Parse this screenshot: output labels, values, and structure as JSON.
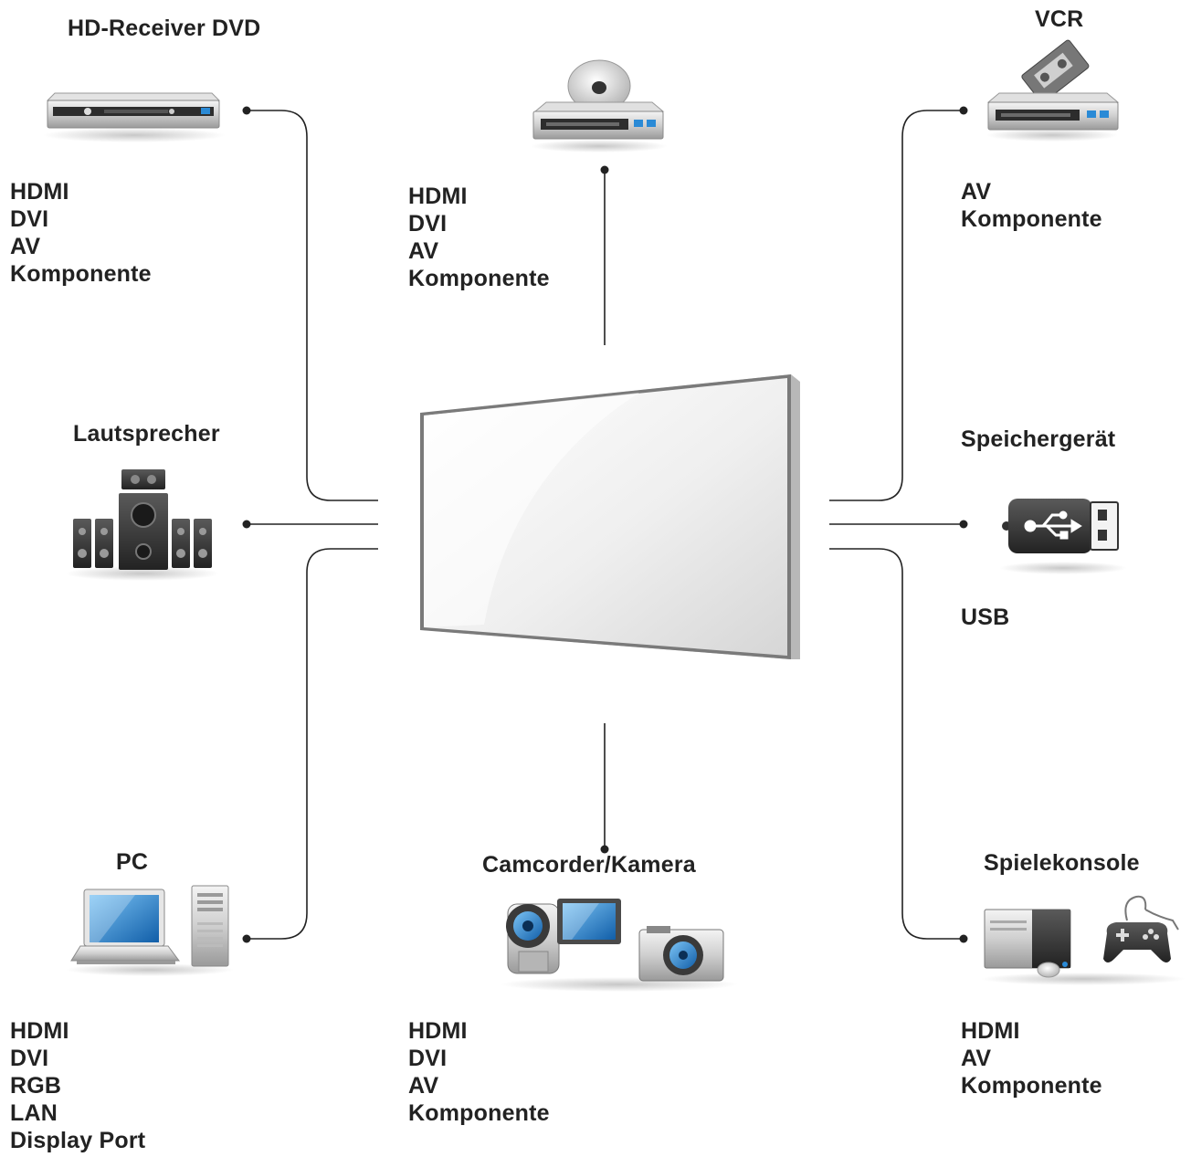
{
  "devices": {
    "hd_receiver": {
      "title": "HD-Receiver DVD",
      "ports": [
        "HDMI",
        "DVI",
        "AV",
        "Komponente"
      ]
    },
    "dvd_player": {
      "ports": [
        "HDMI",
        "DVI",
        "AV",
        "Komponente"
      ]
    },
    "vcr": {
      "title": "VCR",
      "ports": [
        "AV",
        "Komponente"
      ]
    },
    "speaker": {
      "title": "Lautsprecher"
    },
    "storage": {
      "title": "Speichergerät",
      "ports": [
        "USB"
      ]
    },
    "pc": {
      "title": "PC",
      "ports": [
        "HDMI",
        "DVI",
        "RGB",
        "LAN",
        "Display Port"
      ]
    },
    "camcorder": {
      "title": "Camcorder/Kamera",
      "ports": [
        "HDMI",
        "DVI",
        "AV",
        "Komponente"
      ]
    },
    "game_console": {
      "title": "Spielekonsole",
      "ports": [
        "HDMI",
        "AV",
        "Komponente"
      ]
    }
  },
  "icons": {
    "hd_receiver": "set-top-box-icon",
    "dvd_player": "dvd-player-icon",
    "vcr": "vcr-icon",
    "speaker": "speaker-system-icon",
    "storage": "usb-stick-icon",
    "pc": "laptop-and-tower-icon",
    "camcorder": "camcorder-and-camera-icon",
    "game_console": "game-console-and-controller-icon",
    "display": "monitor-display-icon"
  },
  "colors": {
    "line": "#222222",
    "text": "#222222",
    "device_dark": "#3a3a3a",
    "screen_blue": "#1e78c8"
  }
}
